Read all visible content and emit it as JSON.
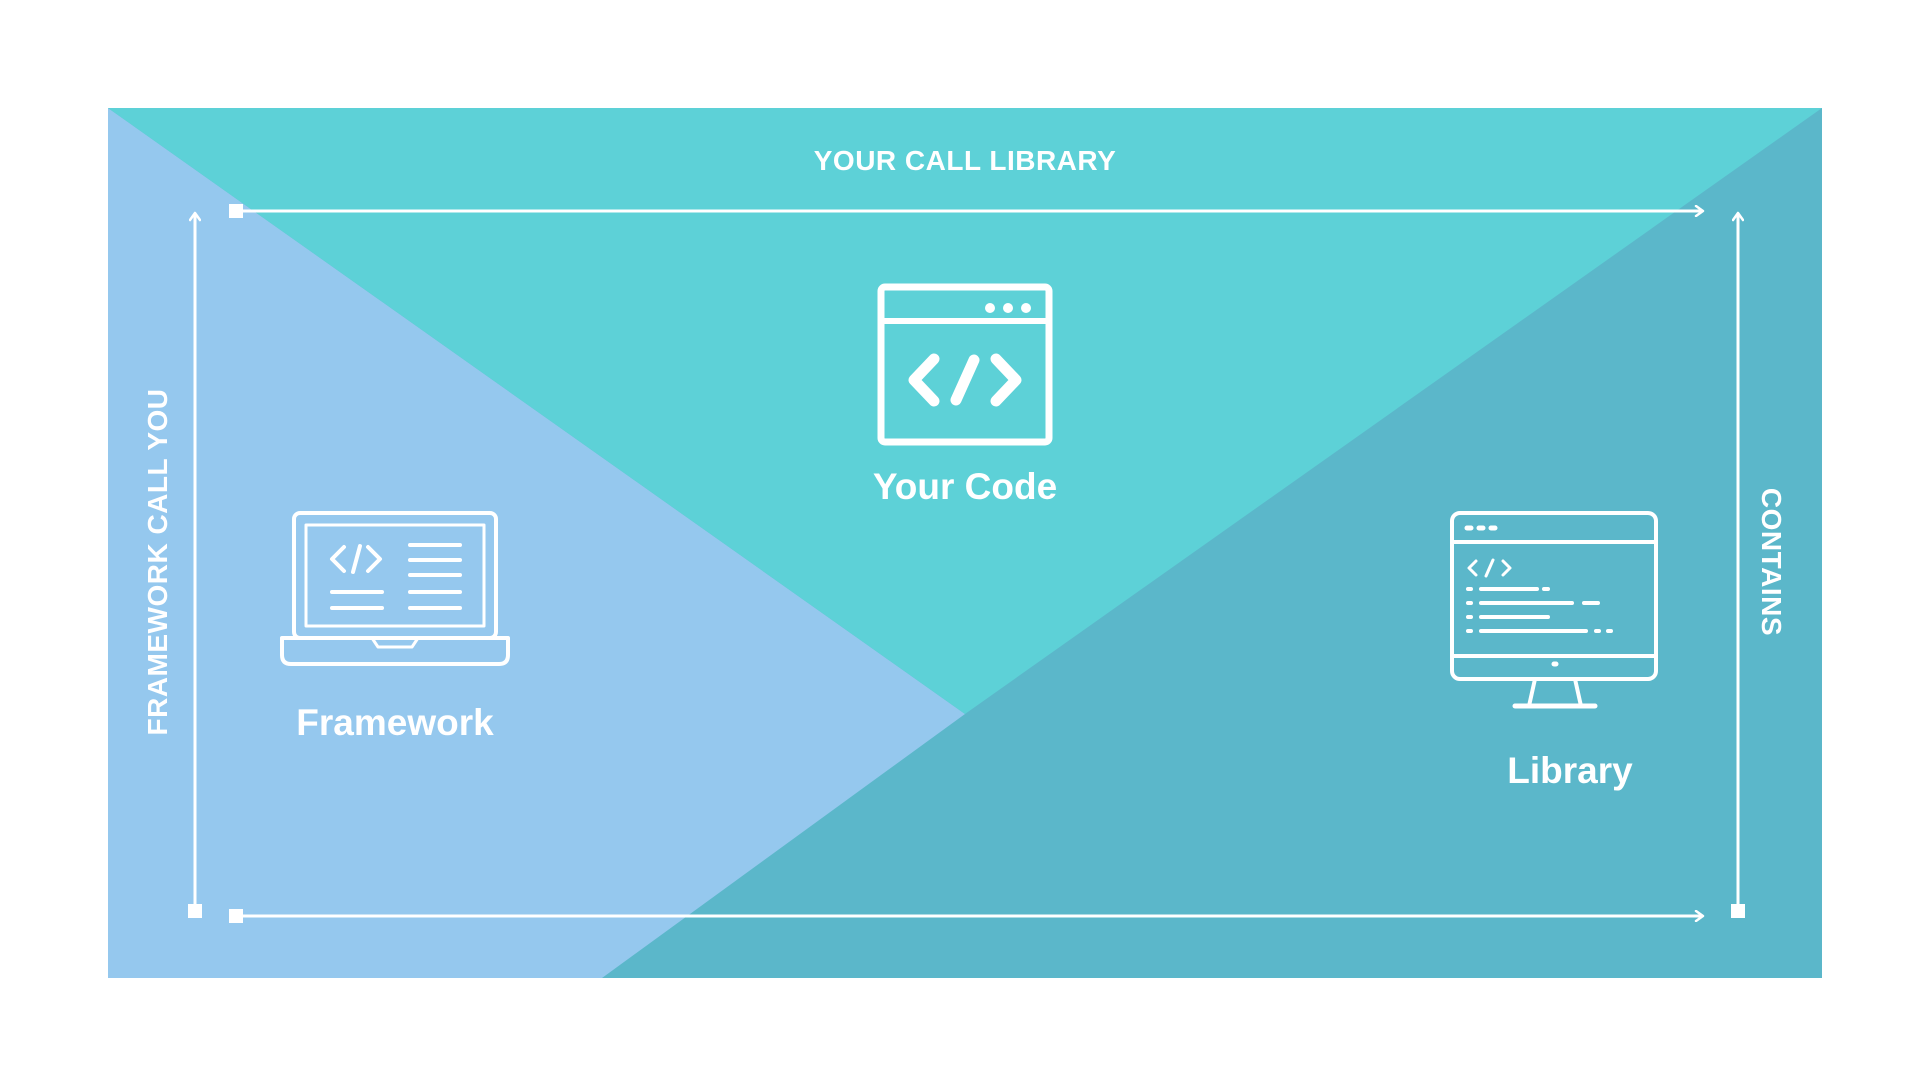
{
  "diagram": {
    "edges": {
      "top": "YOUR CALL LIBRARY",
      "left": "FRAMEWORK CALL YOU",
      "right": "CONTAINS"
    },
    "nodes": {
      "your_code": {
        "label": "Your Code",
        "icon": "code-window-icon"
      },
      "framework": {
        "label": "Framework",
        "icon": "laptop-code-icon"
      },
      "library": {
        "label": "Library",
        "icon": "monitor-code-icon"
      }
    },
    "colors": {
      "your_code_region": "#5dd1d7",
      "framework_region": "#95c8ee",
      "library_region": "#5bb7ca",
      "foreground": "#ffffff",
      "background": "#ffffff"
    }
  }
}
